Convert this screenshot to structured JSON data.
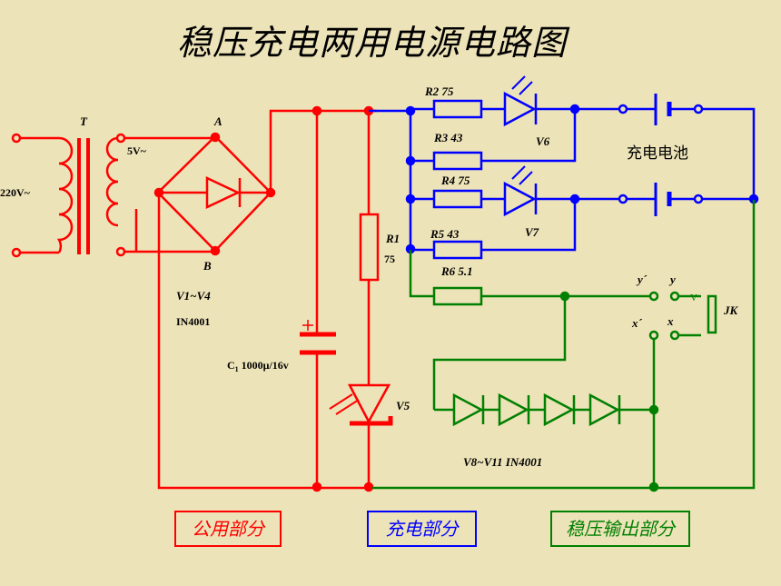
{
  "title": "稳压充电两用电源电路图",
  "colors": {
    "red": "#ff0000",
    "blue": "#0000ff",
    "green": "#008000",
    "background": "#ede3b8"
  },
  "labels": {
    "transformer": "T",
    "mains": "220V~",
    "secondary": "5V~",
    "node_a": "A",
    "node_b": "B",
    "bridge_diodes": "V1~V4",
    "bridge_part": "IN4001",
    "capacitor_prefix": "C",
    "capacitor_sub": "1",
    "capacitor_value": "1000μ/16v",
    "r1": "R1",
    "r1_value": "75",
    "v5": "V5",
    "r2": "R2  75",
    "r3": "R3  43",
    "v6": "V6",
    "battery": "充电电池",
    "r4": "R4  75",
    "r5": "R5  43",
    "v7": "V7",
    "r6": "R6  5.1",
    "y_prime": "y´",
    "y": "y",
    "x_prime": "x´",
    "x": "x",
    "v_mark": "V",
    "jk": "JK",
    "diodes_out": "V8~V11   IN4001"
  },
  "legend": {
    "common": "公用部分",
    "charge": "充电部分",
    "regulated": "稳压输出部分"
  }
}
